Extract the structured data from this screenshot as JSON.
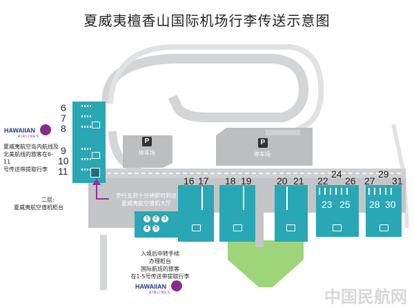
{
  "title": "夏威夷檀香山国际机场行李传送示意图",
  "hawaiian_logo": {
    "name": "HAWAIIAN",
    "sub": "AIRLINES."
  },
  "notes": {
    "left_gates_line1": "夏威夷航空岛内航线及",
    "left_gates_line2": "北美航线的旅客在6-11",
    "left_gates_line3": "号传送带提取行李",
    "second_floor_line1": "二层:",
    "second_floor_line2": "夏威夷航空值机柜台",
    "walk_line1": "步行五到十分钟即可到达",
    "walk_line2": "夏威夷航空值机大厅",
    "intl_line1": "入境后中转手续",
    "intl_line2": "办理柜台",
    "intl_line3": "国际航班的旅客",
    "intl_line4": "在1-5号传送带提取行李"
  },
  "parking": {
    "label": "停车场",
    "icon": "P"
  },
  "carousels_left": [
    "6",
    "7",
    "8",
    "9",
    "10",
    "11"
  ],
  "carousel_group_labels": [
    "16",
    "17",
    "18",
    "19",
    "20",
    "21",
    "22",
    "24",
    "26",
    "27",
    "29",
    "31"
  ],
  "carousel_inner_labels": [
    "23",
    "25",
    "28",
    "30"
  ],
  "intl_belts": [
    "1",
    "2",
    "3",
    "4",
    "5"
  ],
  "watermark": "中国民航网",
  "colors": {
    "teal": "#2aa7b5",
    "road": "#cfd0d2",
    "grass": "#9fd57a",
    "accent": "#9b2d9b"
  }
}
